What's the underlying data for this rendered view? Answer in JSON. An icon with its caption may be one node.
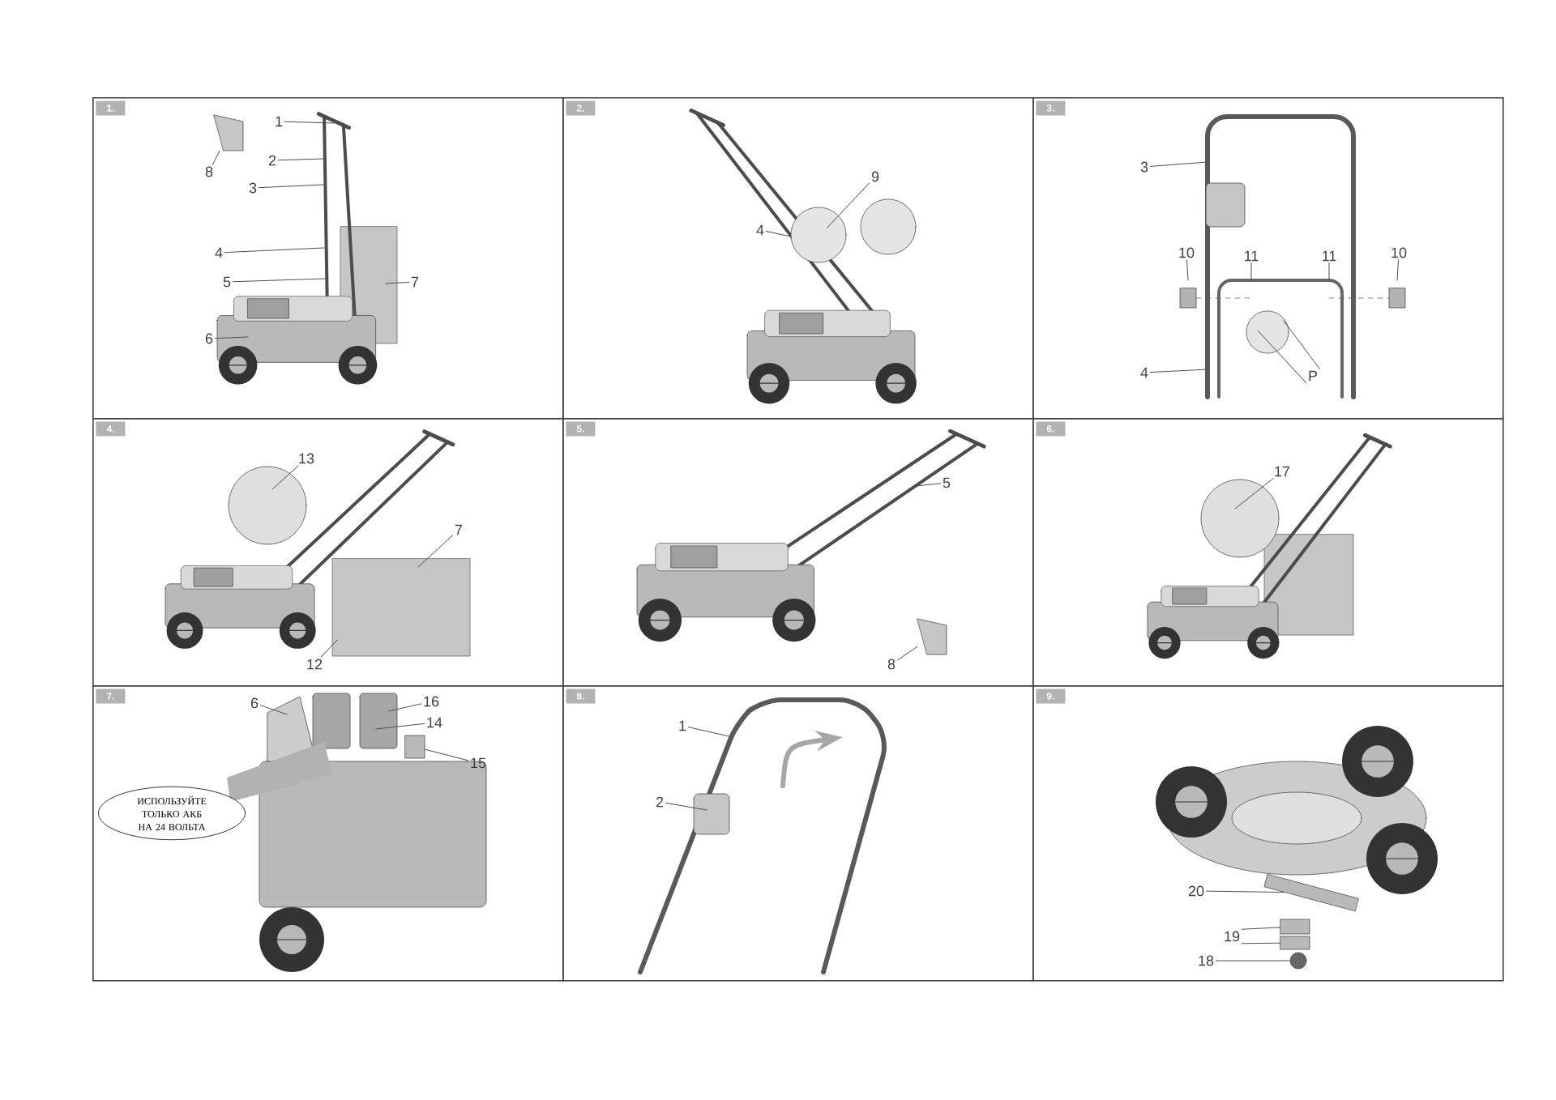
{
  "diagram": {
    "nodes": [
      {
        "text": [
          "1."
        ]
      },
      {
        "text": [
          "1"
        ],
        "in": 0
      },
      {
        "text": [
          "2"
        ],
        "in": 0
      },
      {
        "text": [
          "3"
        ],
        "in": 0
      },
      {
        "text": [
          "4"
        ],
        "in": 0
      },
      {
        "text": [
          "5"
        ],
        "in": 0
      },
      {
        "text": [
          "6"
        ],
        "in": 0
      },
      {
        "text": [
          "7"
        ],
        "in": 0
      },
      {
        "text": [
          "8"
        ],
        "in": 0
      },
      {
        "text": [
          "2."
        ]
      },
      {
        "text": [
          "4"
        ],
        "in": 9
      },
      {
        "text": [
          "9"
        ],
        "in": 9
      },
      {
        "text": [
          "3."
        ]
      },
      {
        "text": [
          "3"
        ],
        "in": 12
      },
      {
        "text": [
          "10"
        ],
        "in": 12
      },
      {
        "text": [
          "11"
        ],
        "in": 12
      },
      {
        "text": [
          "11"
        ],
        "in": 12
      },
      {
        "text": [
          "10"
        ],
        "in": 12
      },
      {
        "text": [
          "4"
        ],
        "in": 12
      },
      {
        "text": [
          "P"
        ],
        "in": 12
      },
      {
        "text": [
          "4."
        ]
      },
      {
        "text": [
          "13"
        ],
        "in": 20
      },
      {
        "text": [
          "7"
        ],
        "in": 20
      },
      {
        "text": [
          "12"
        ],
        "in": 20
      },
      {
        "text": [
          "5."
        ]
      },
      {
        "text": [
          "5"
        ],
        "in": 24
      },
      {
        "text": [
          "8"
        ],
        "in": 24
      },
      {
        "text": [
          "6."
        ]
      },
      {
        "text": [
          "17"
        ],
        "in": 27
      },
      {
        "text": [
          "7."
        ]
      },
      {
        "text": [
          "6"
        ],
        "in": 29
      },
      {
        "text": [
          "16"
        ],
        "in": 29
      },
      {
        "text": [
          "14"
        ],
        "in": 29
      },
      {
        "text": [
          "15"
        ],
        "in": 29
      },
      {
        "text": [
          "ИСПОЛЬЗУЙТЕ ТОЛЬКО АКБ НА 24 ВОЛЬТА"
        ],
        "in": 29
      },
      {
        "text": [
          "8."
        ]
      },
      {
        "text": [
          "1"
        ],
        "in": 35
      },
      {
        "text": [
          "2"
        ],
        "in": 35
      },
      {
        "text": [
          "9."
        ]
      },
      {
        "text": [
          "20"
        ],
        "in": 38
      },
      {
        "text": [
          "19"
        ],
        "in": 38
      },
      {
        "text": [
          "18"
        ],
        "in": 38
      },
      {
        "text": [],
        "shape": "picture",
        "in": 0
      },
      {
        "text": [],
        "shape": "picture",
        "in": 24
      },
      {
        "text": [],
        "shape": "box",
        "in": 29
      },
      {
        "text": [],
        "shape": "box",
        "in": 38
      },
      {
        "text": [],
        "shape": "box",
        "in": 38
      },
      {
        "text": [],
        "shape": "bar",
        "in": 38
      },
      {
        "text": [],
        "shape": "circle",
        "in": 38
      }
    ],
    "edges": [
      {
        "from": 1,
        "to": null,
        "arrow": "none"
      },
      {
        "from": 2,
        "to": null,
        "arrow": "none"
      },
      {
        "from": 3,
        "to": null,
        "arrow": "none"
      },
      {
        "from": 4,
        "to": null,
        "arrow": "none"
      },
      {
        "from": 5,
        "to": null,
        "arrow": "none"
      },
      {
        "from": 6,
        "to": null,
        "arrow": "none"
      },
      {
        "from": 7,
        "to": null,
        "arrow": "none"
      },
      {
        "from": 8,
        "to": 42,
        "arrow": "none"
      },
      {
        "from": 10,
        "to": null,
        "arrow": "none"
      },
      {
        "from": 11,
        "to": null,
        "arrow": "none"
      },
      {
        "from": 13,
        "to": null,
        "arrow": "none"
      },
      {
        "from": 14,
        "to": null,
        "arrow": "none"
      },
      {
        "from": 15,
        "to": null,
        "arrow": "none"
      },
      {
        "from": 16,
        "to": null,
        "arrow": "none"
      },
      {
        "from": 17,
        "to": null,
        "arrow": "none"
      },
      {
        "from": 18,
        "to": null,
        "arrow": "none"
      },
      {
        "from": 19,
        "to": null,
        "arrow": "none"
      },
      {
        "from": 19,
        "to": null,
        "arrow": "none"
      },
      {
        "from": 21,
        "to": null,
        "arrow": "none"
      },
      {
        "from": 22,
        "to": null,
        "arrow": "none"
      },
      {
        "from": 23,
        "to": null,
        "arrow": "none"
      },
      {
        "from": 25,
        "to": null,
        "arrow": "none"
      },
      {
        "from": 26,
        "to": 43,
        "arrow": "none"
      },
      {
        "from": 28,
        "to": null,
        "arrow": "none"
      },
      {
        "from": 30,
        "to": null,
        "arrow": "none"
      },
      {
        "from": 31,
        "to": null,
        "arrow": "none"
      },
      {
        "from": 32,
        "to": null,
        "arrow": "none"
      },
      {
        "from": 33,
        "to": 44,
        "arrow": "none"
      },
      {
        "from": 36,
        "to": null,
        "arrow": "none"
      },
      {
        "from": 37,
        "to": null,
        "arrow": "none"
      },
      {
        "from": 39,
        "to": 47,
        "arrow": "none"
      },
      {
        "from": 40,
        "to": 45,
        "arrow": "none"
      },
      {
        "from": 40,
        "to": 46,
        "arrow": "none"
      },
      {
        "from": 41,
        "to": 48,
        "arrow": "none"
      }
    ]
  }
}
